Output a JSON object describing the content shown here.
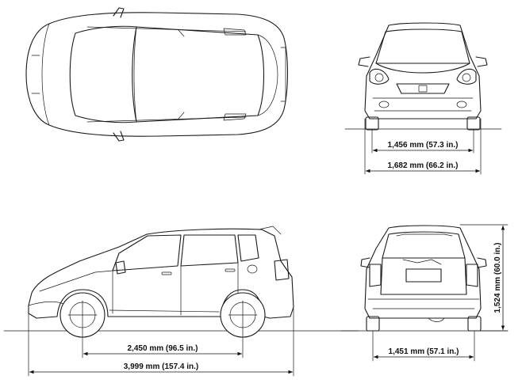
{
  "dimensions": {
    "front_track": "1,456 mm (57.3 in.)",
    "overall_width": "1,682 mm (66.2 in.)",
    "wheelbase": "2,450 mm (96.5 in.)",
    "overall_length": "3,999 mm (157.4 in.)",
    "rear_track": "1,451 mm (57.1 in.)",
    "overall_height": "1,524 mm (60.0 in.)"
  }
}
